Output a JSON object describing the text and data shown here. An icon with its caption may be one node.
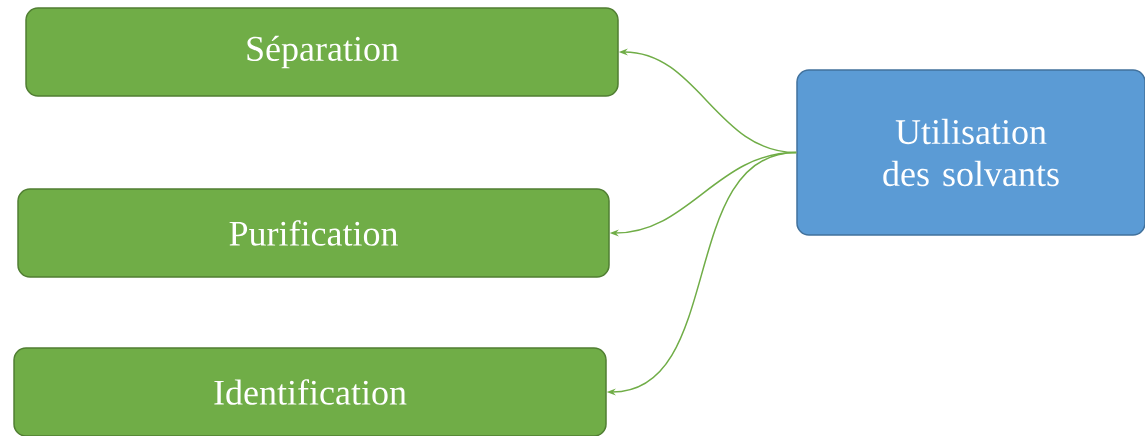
{
  "diagram": {
    "nodes": [
      {
        "text": [
          "Séparation"
        ]
      },
      {
        "text": [
          "Purification"
        ]
      },
      {
        "text": [
          "Identification"
        ]
      },
      {
        "text": [
          "Utilisation des solvants"
        ]
      }
    ],
    "edges": [
      {
        "from": 3,
        "to": 0,
        "arrow": "to"
      },
      {
        "from": 3,
        "to": 1,
        "arrow": "to"
      },
      {
        "from": 3,
        "to": 2,
        "arrow": "to"
      }
    ]
  }
}
